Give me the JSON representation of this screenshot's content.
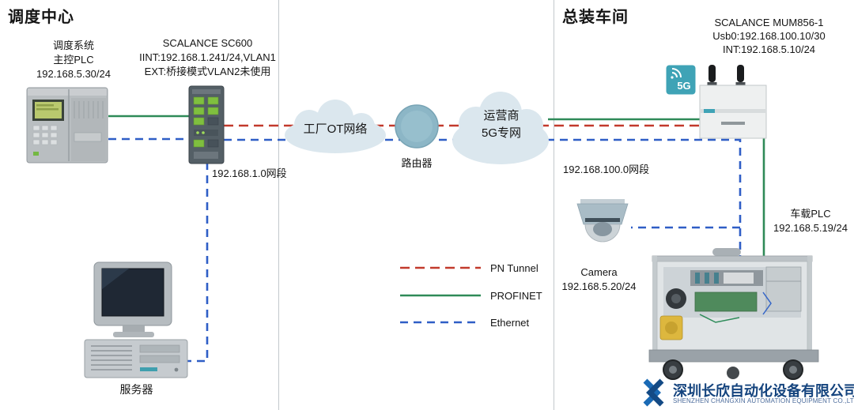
{
  "sections": {
    "dispatch_center": {
      "title": "调度中心"
    },
    "assembly_workshop": {
      "title": "总装车间"
    }
  },
  "dispatch": {
    "main_plc": {
      "lines": [
        "调度系统",
        "主控PLC",
        "192.168.5.30/24"
      ]
    },
    "sc600": {
      "lines": [
        "SCALANCE SC600",
        "IINT:192.168.1.241/24,VLAN1",
        "EXT:桥接模式VLAN2未使用"
      ]
    },
    "segment_label": "192.168.1.0网段",
    "server_label": "服务器"
  },
  "backbone": {
    "ot_cloud_label": "工厂OT网络",
    "router_label": "路由器",
    "carrier_cloud": {
      "lines": [
        "运营商",
        "5G专网"
      ]
    }
  },
  "legend": {
    "items": [
      {
        "label": "PN Tunnel",
        "line_style": "dashed",
        "color": "#c23a2c"
      },
      {
        "label": "PROFINET",
        "line_style": "solid",
        "color": "#2f8a58"
      },
      {
        "label": "Ethernet",
        "line_style": "dashed",
        "color": "#2f5ec6"
      }
    ]
  },
  "assembly": {
    "mum856": {
      "lines": [
        "SCALANCE MUM856-1",
        "Usb0:192.168.100.10/30",
        "INT:192.168.5.10/24"
      ]
    },
    "badge_5g_label": "5G",
    "segment_label": "192.168.100.0网段",
    "camera": {
      "lines": [
        "Camera",
        "192.168.5.20/24"
      ]
    },
    "vehicle_plc": {
      "lines": [
        "车载PLC",
        "192.168.5.19/24"
      ]
    }
  },
  "footer": {
    "company_cn": "深圳长欣自动化设备有限公司",
    "company_en": "SHENZHEN CHANGXIN AUTOMATION EQUIPMENT CO.,LTD",
    "logo_color": "#1a6ab5"
  },
  "connections": [
    {
      "from": "主控PLC",
      "to": "SCALANCE SC600",
      "type": "PROFINET"
    },
    {
      "from": "主控PLC",
      "to": "SCALANCE SC600",
      "type": "Ethernet"
    },
    {
      "from": "SCALANCE SC600",
      "to": "服务器",
      "type": "Ethernet"
    },
    {
      "from": "SCALANCE SC600",
      "to": "SCALANCE MUM856-1",
      "type": "PN Tunnel"
    },
    {
      "from": "SCALANCE SC600",
      "to": "SCALANCE MUM856-1",
      "type": "Ethernet"
    },
    {
      "from": "运营商5G专网",
      "to": "车载PLC",
      "type": "PROFINET"
    },
    {
      "from": "SCALANCE MUM856-1",
      "to": "Camera",
      "type": "Ethernet"
    },
    {
      "from": "SCALANCE MUM856-1",
      "to": "车载PLC",
      "type": "Ethernet"
    }
  ],
  "palette": {
    "cloud_fill": "#dbe7ee",
    "router_fill": "#8cb6c6",
    "teal_accent": "#3fa3b6"
  }
}
